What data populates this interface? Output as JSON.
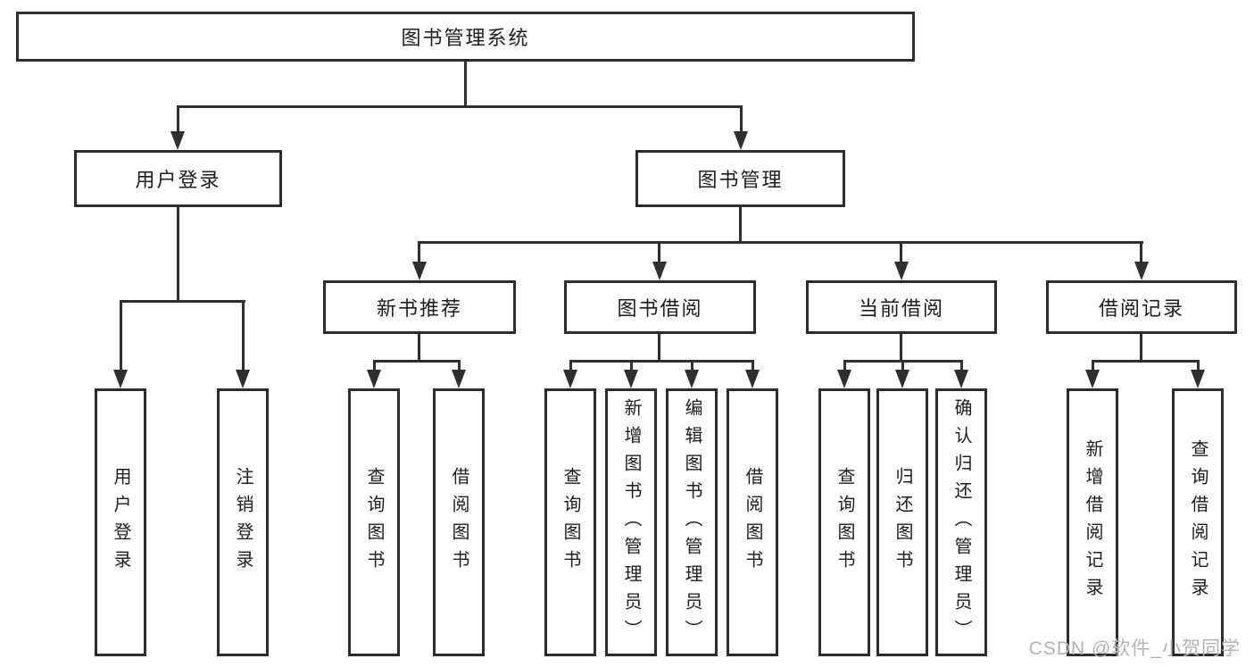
{
  "diagram": {
    "type": "hierarchy-tree",
    "root": "图书管理系统",
    "level2": [
      "用户登录",
      "图书管理"
    ],
    "level3": [
      "新书推荐",
      "图书借阅",
      "当前借阅",
      "借阅记录"
    ],
    "groups": [
      {
        "parent": "用户登录",
        "children": [
          "用户登录",
          "注销登录"
        ]
      },
      {
        "parent": "新书推荐",
        "children": [
          "查询图书",
          "借阅图书"
        ]
      },
      {
        "parent": "图书借阅",
        "children": [
          "查询图书",
          "新增图书（管理员）",
          "编辑图书（管理员）",
          "借阅图书"
        ]
      },
      {
        "parent": "当前借阅",
        "children": [
          "查询图书",
          "归还图书",
          "确认归还（管理员）"
        ]
      },
      {
        "parent": "借阅记录",
        "children": [
          "新增借阅记录",
          "查询借阅记录"
        ]
      }
    ]
  },
  "watermark": "CSDN @软件_小贺同学",
  "colors": {
    "line": "#2f2f2f",
    "box_border": "#2c2c2c",
    "text": "#1d1d1d",
    "watermark": "#b3b3b3",
    "background": "#ffffff"
  }
}
